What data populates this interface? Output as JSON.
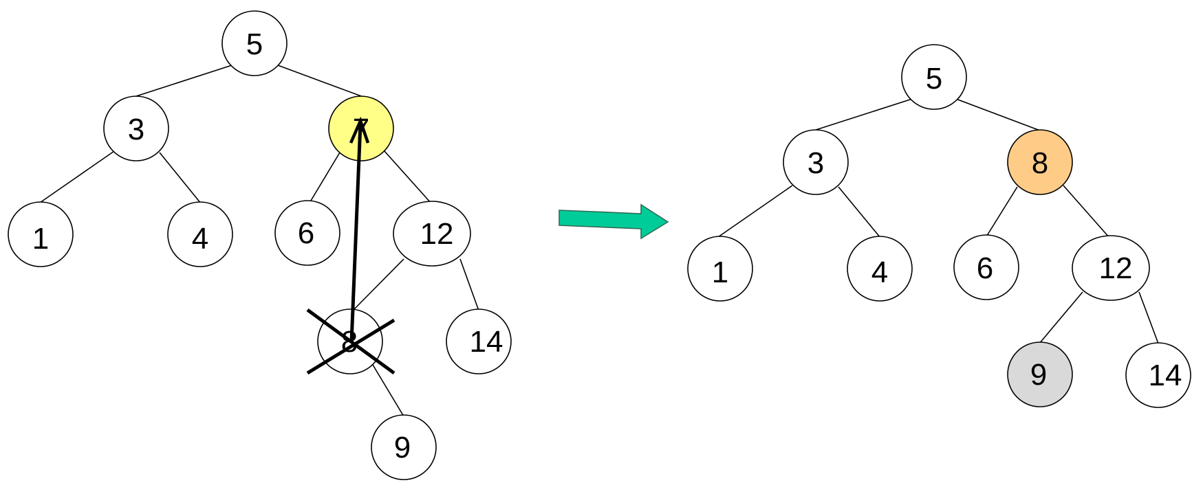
{
  "colors": {
    "node_default": "#ffffff",
    "node_highlight_yellow": "#ffff88",
    "node_highlight_orange": "#ffcc88",
    "node_grey": "#d9d9d9",
    "arrow_fill": "#00cc99"
  },
  "before_tree": {
    "nodes": [
      {
        "id": "b5",
        "label": "5",
        "fill": "default"
      },
      {
        "id": "b3",
        "label": "3",
        "fill": "default"
      },
      {
        "id": "b7",
        "label": "7",
        "fill": "yellow"
      },
      {
        "id": "b1",
        "label": "1",
        "fill": "default"
      },
      {
        "id": "b4",
        "label": "4",
        "fill": "default"
      },
      {
        "id": "b6",
        "label": "6",
        "fill": "default"
      },
      {
        "id": "b12",
        "label": "12",
        "fill": "default"
      },
      {
        "id": "b8",
        "label": "8",
        "fill": "default",
        "crossed_out": true
      },
      {
        "id": "b14",
        "label": "14",
        "fill": "default"
      },
      {
        "id": "b9",
        "label": "9",
        "fill": "default"
      }
    ],
    "move": {
      "from": "8",
      "to": "7"
    }
  },
  "after_tree": {
    "nodes": [
      {
        "id": "a5",
        "label": "5",
        "fill": "default"
      },
      {
        "id": "a3",
        "label": "3",
        "fill": "default"
      },
      {
        "id": "a8",
        "label": "8",
        "fill": "orange"
      },
      {
        "id": "a1",
        "label": "1",
        "fill": "default"
      },
      {
        "id": "a4",
        "label": "4",
        "fill": "default"
      },
      {
        "id": "a6",
        "label": "6",
        "fill": "default"
      },
      {
        "id": "a12",
        "label": "12",
        "fill": "default"
      },
      {
        "id": "a9",
        "label": "9",
        "fill": "grey"
      },
      {
        "id": "a14",
        "label": "14",
        "fill": "default"
      }
    ]
  },
  "transition_arrow": {
    "icon": "right-arrow-icon"
  }
}
